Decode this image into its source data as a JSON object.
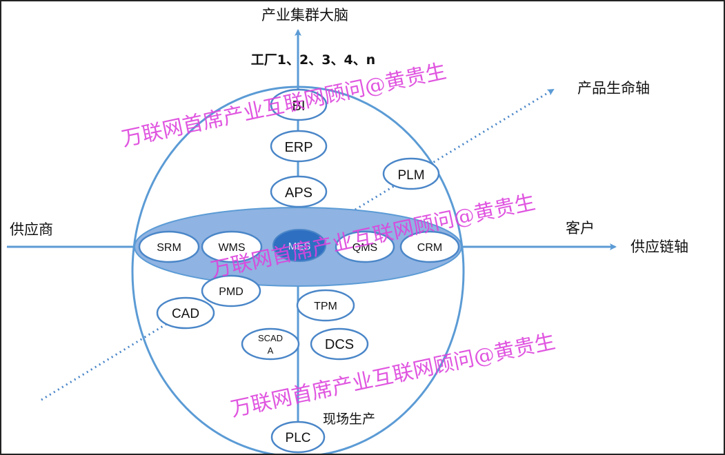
{
  "colors": {
    "axis": "#5b9bd5",
    "node_stroke": "#4a86c8",
    "band_fill": "#8fb3e2",
    "center_fill": "#2e6fc2",
    "watermark": "#dd44dd"
  },
  "labels": {
    "top_axis": "产业集群大脑",
    "factories": "工厂1、2、3、4、n",
    "product_axis": "产品生命轴",
    "left_axis": "供应商",
    "customer": "客户",
    "supply_chain_axis": "供应链轴",
    "field_production": "现场生产"
  },
  "nodes": {
    "bi": "BI",
    "erp": "ERP",
    "aps": "APS",
    "plm": "PLM",
    "srm": "SRM",
    "wms": "WMS",
    "mes": "MES",
    "qms": "QMS",
    "crm": "CRM",
    "pmd": "PMD",
    "cad": "CAD",
    "tpm": "TPM",
    "scada_line1": "SCAD",
    "scada_line2": "A",
    "dcs": "DCS",
    "plc": "PLC"
  },
  "watermark": {
    "text1": "万联网首席产业互联网顾问@黄贵生",
    "text2": "万联网首席产业互联网顾问@黄贵生",
    "text3": "万联网首席产业互联网顾问@黄贵生"
  }
}
